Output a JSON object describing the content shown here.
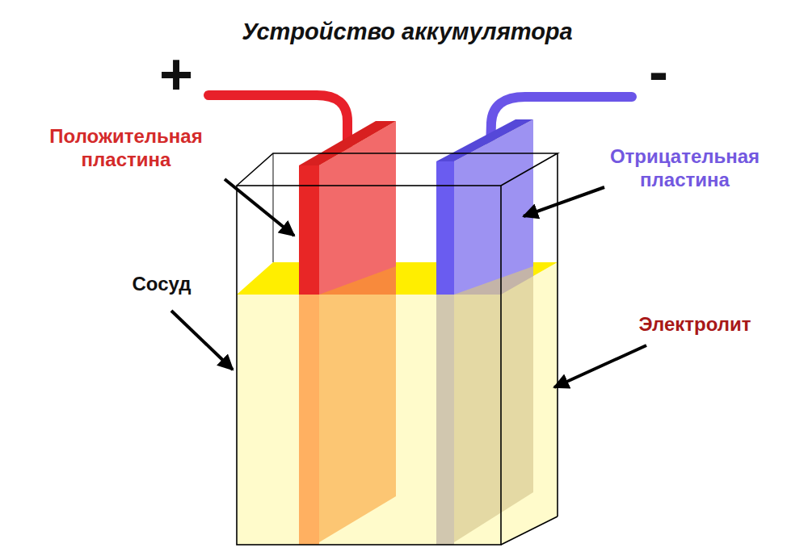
{
  "diagram": {
    "title": "Устройство аккумулятора",
    "labels": [
      "+",
      "-",
      "Положительная пластина",
      "Отрицательная пластина",
      "Сосуд",
      "Электролит"
    ]
  }
}
